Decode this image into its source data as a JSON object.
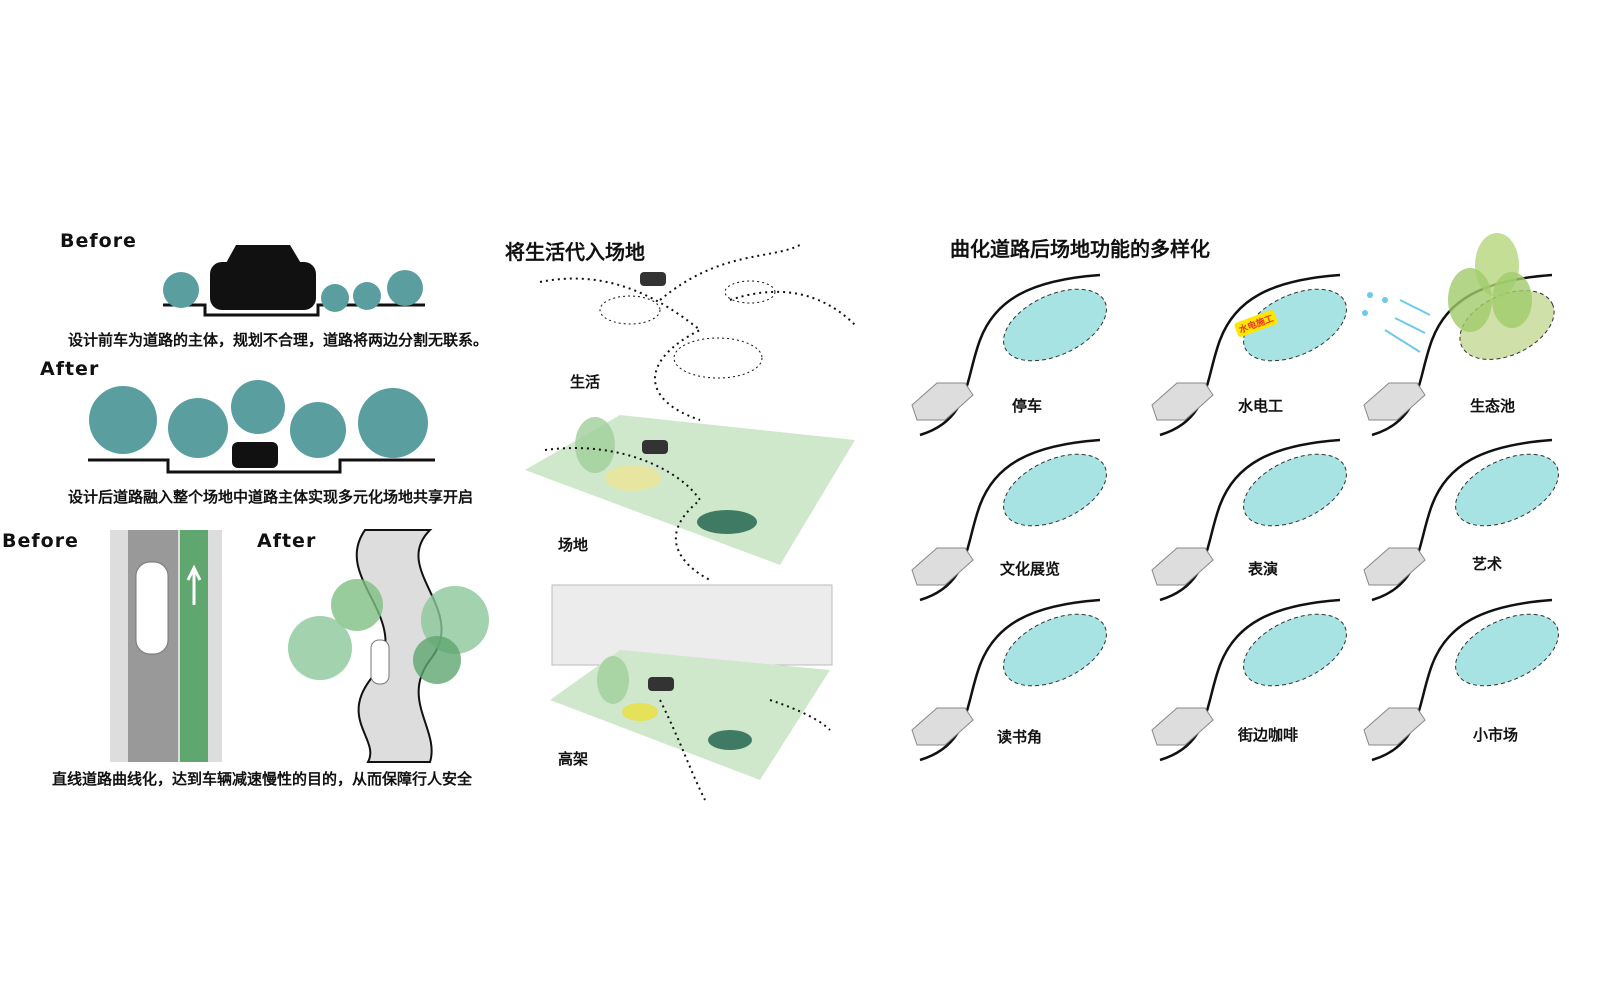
{
  "left": {
    "before_label": "Before",
    "before_caption": "设计前车为道路的主体，规划不合理，道路将两边分割无联系。",
    "after_label": "After",
    "after_caption": "设计后道路融入整个场地中道路主体实现多元化场地共享开启",
    "road_before_label": "Before",
    "road_after_label": "After",
    "road_caption": "直线道路曲线化，达到车辆减速慢性的目的，从而保障行人安全"
  },
  "middle": {
    "title": "将生活代入场地",
    "layers": [
      "生活",
      "场地",
      "高架"
    ]
  },
  "right": {
    "title": "曲化道路后场地功能的多样化",
    "sign_text": "水电施工",
    "functions": [
      "停车",
      "水电工",
      "生态池",
      "文化展览",
      "表演",
      "艺术",
      "读书角",
      "街边咖啡",
      "小市场"
    ]
  },
  "colors": {
    "teal": "#5b9ea0",
    "green": "#5fa66f",
    "cyan": "#a8e3e3",
    "plane": "#cfe8cc"
  }
}
